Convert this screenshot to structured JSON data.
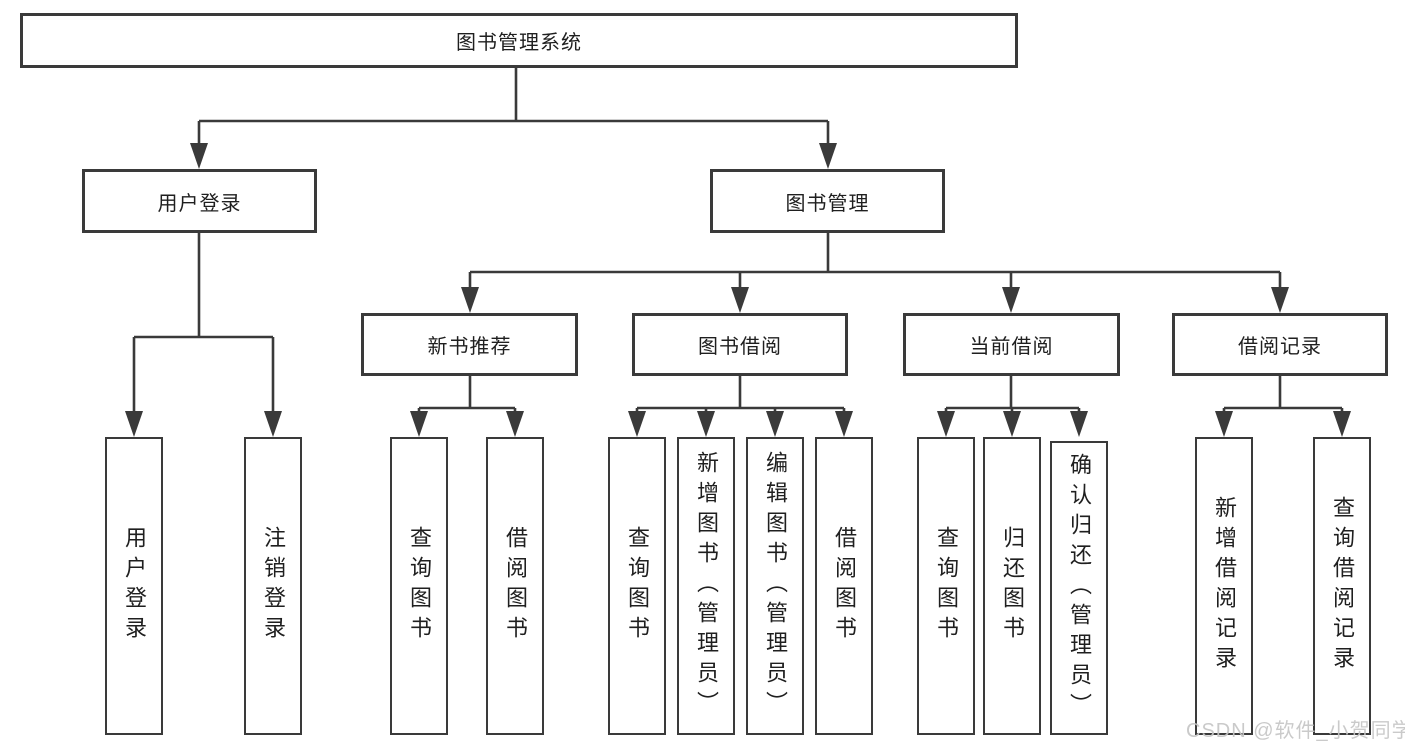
{
  "tree": {
    "root": "图书管理系统",
    "branches": [
      {
        "label": "用户登录",
        "children": [
          "用户登录",
          "注销登录"
        ]
      },
      {
        "label": "图书管理",
        "sections": [
          {
            "label": "新书推荐",
            "children": [
              "查询图书",
              "借阅图书"
            ]
          },
          {
            "label": "图书借阅",
            "children": [
              "查询图书",
              "新增图书（管理员）",
              "编辑图书（管理员）",
              "借阅图书"
            ]
          },
          {
            "label": "当前借阅",
            "children": [
              "查询图书",
              "归还图书",
              "确认归还（管理员）"
            ]
          },
          {
            "label": "借阅记录",
            "children": [
              "新增借阅记录",
              "查询借阅记录"
            ]
          }
        ]
      }
    ]
  },
  "watermark": {
    "text": "CSDN @软件_小贺同学"
  },
  "colors": {
    "line": "#3a3a3a",
    "box_border": "#3a3a3a",
    "text": "#1f1f1f",
    "watermark": "#c6c6c6",
    "background": "#ffffff"
  }
}
